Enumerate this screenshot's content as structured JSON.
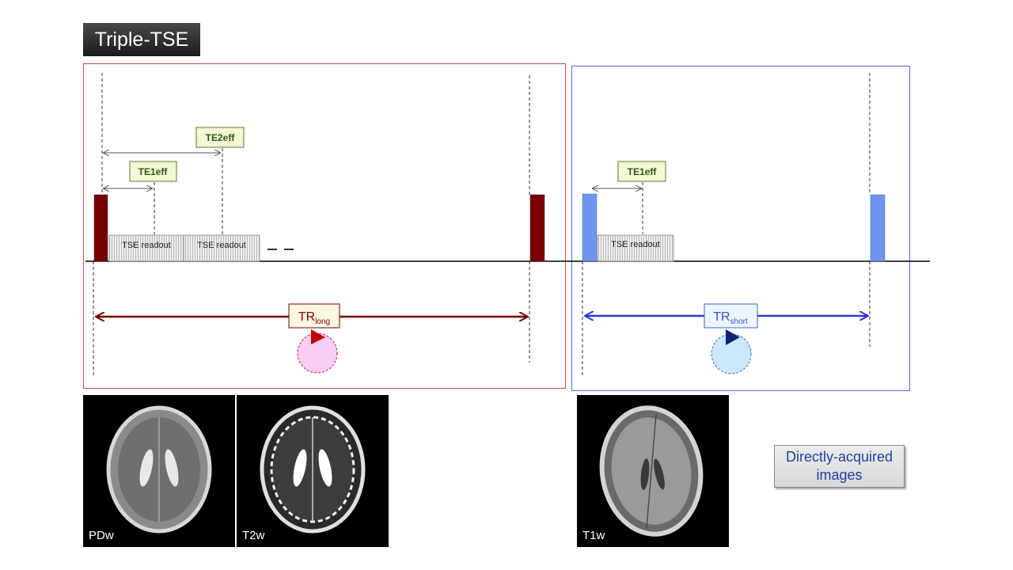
{
  "title": "Triple-TSE",
  "long_tr": {
    "te1_label": "TE1eff",
    "te2_label": "TE2eff",
    "readout_1": "TSE readout",
    "readout_2": "TSE readout",
    "tr_main": "TR",
    "tr_sub": "long",
    "color_pulse": "#7a0000",
    "color_arrow": "#7a0000",
    "color_clock": "#f9ccf3"
  },
  "short_tr": {
    "te1_label": "TE1eff",
    "readout_1": "TSE readout",
    "tr_main": "TR",
    "tr_sub": "short",
    "color_pulse": "#6f95ee",
    "color_arrow": "#3333dd",
    "color_clock": "#cce6fa"
  },
  "images": [
    {
      "label": "PDw"
    },
    {
      "label": "T2w"
    },
    {
      "label": "T1w"
    }
  ],
  "legend": "Directly-acquired\nimages"
}
